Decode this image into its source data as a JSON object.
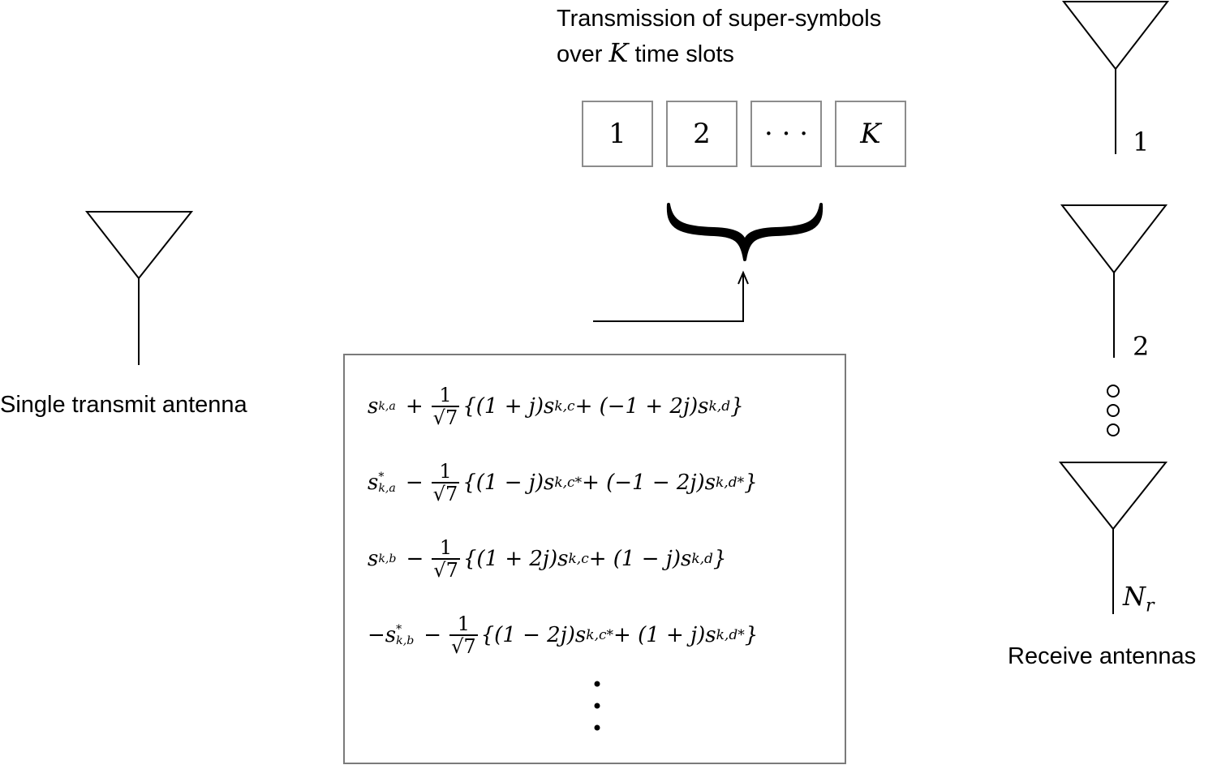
{
  "header": {
    "line1": "Transmission of super-symbols",
    "line2_pre": "over ",
    "line2_var": "K",
    "line2_post": " time slots"
  },
  "slots": [
    "1",
    "2",
    "· · ·",
    "K"
  ],
  "transmit": {
    "label": "Single transmit antenna"
  },
  "receive": {
    "label": "Receive antennas",
    "antenna_labels": [
      "1",
      "2",
      "N"
    ],
    "last_subscript": "r"
  },
  "equations": [
    {
      "lead": "s",
      "lead_sub": "k,a",
      "lead_sup": "",
      "op": "+",
      "frac_num": "1",
      "frac_den": "√7",
      "rest": "{(1 + j)s",
      "rest_sub1": "k,c",
      "rest_sup1": "",
      "rest_mid": " + (−1 + 2j)s",
      "rest_sub2": "k,d",
      "rest_sup2": "",
      "rest_end": "}"
    },
    {
      "lead": "s",
      "lead_sub": "k,a",
      "lead_sup": "*",
      "op": "−",
      "frac_num": "1",
      "frac_den": "√7",
      "rest": "{(1 − j)s",
      "rest_sub1": "k,c",
      "rest_sup1": "*",
      "rest_mid": " + (−1 − 2j)s",
      "rest_sub2": "k,d",
      "rest_sup2": "*",
      "rest_end": "}"
    },
    {
      "lead": "s",
      "lead_sub": "k,b",
      "lead_sup": "",
      "op": "−",
      "frac_num": "1",
      "frac_den": "√7",
      "rest": "{(1 + 2j)s",
      "rest_sub1": "k,c",
      "rest_sup1": "",
      "rest_mid": " + (1 − j)s",
      "rest_sub2": "k,d",
      "rest_sup2": "",
      "rest_end": "}"
    },
    {
      "lead": "−s",
      "lead_sub": "k,b",
      "lead_sup": "*",
      "op": "−",
      "frac_num": "1",
      "frac_den": "√7",
      "rest": "{(1 − 2j)s",
      "rest_sub1": "k,c",
      "rest_sup1": "*",
      "rest_mid": " + (1 + j)s",
      "rest_sub2": "k,d",
      "rest_sup2": "*",
      "rest_end": "}"
    }
  ],
  "colors": {
    "line": "#000000",
    "box_border": "#8c8c8c"
  }
}
